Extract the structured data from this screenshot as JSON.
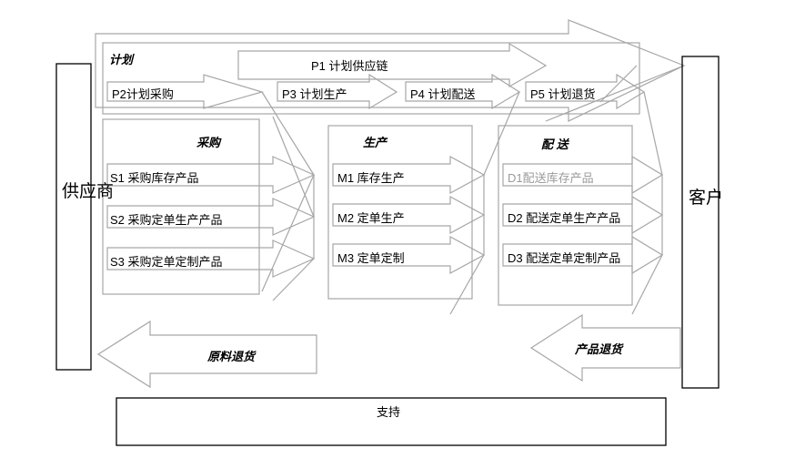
{
  "diagram": {
    "title": "SCOR Supply Chain Operations Reference Model",
    "colors": {
      "line_gray": "#a6a6a6",
      "line_black": "#000000",
      "text_black": "#000000",
      "text_gray": "#9a9a9a",
      "background": "#ffffff"
    }
  },
  "endpoints": {
    "supplier": "供应商",
    "customer": "客户"
  },
  "plan": {
    "section_label": "计划",
    "p1": "P1  计划供应链",
    "p2": "P2计划采购",
    "p3": "P3  计划生产",
    "p4": "P4  计划配送",
    "p5": "P5  计划退货"
  },
  "source": {
    "section_label": "采购",
    "items": [
      "S1  采购库存产品",
      "S2  采购定单生产产品",
      "S3  采购定单定制产品"
    ]
  },
  "make": {
    "section_label": "生产",
    "items": [
      "M1    库存生产",
      "M2   定单生产",
      "M3    定单定制"
    ]
  },
  "deliver": {
    "section_label": "配  送",
    "items": [
      "D1配送库存产品",
      "D2   配送定单生产产品",
      "D3  配送定单定制产品"
    ],
    "item_colors": [
      "gray",
      "black",
      "black"
    ]
  },
  "returns": {
    "material_return": "原料退货",
    "product_return": "产品退货"
  },
  "support": {
    "label": "支持"
  }
}
